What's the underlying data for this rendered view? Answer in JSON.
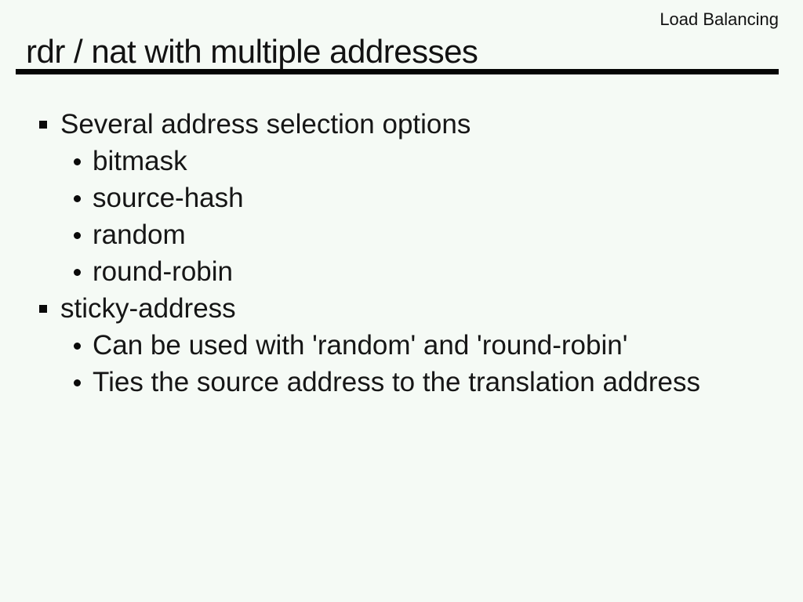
{
  "page": {
    "kind": "presentation-slide",
    "background_color": "#f5faf5",
    "text_color": "#161616",
    "rule_color": "#050505"
  },
  "header": {
    "corner_label": "Load Balancing",
    "title": "rdr / nat with multiple addresses"
  },
  "bullets": [
    {
      "level": 1,
      "bullet_style": "square",
      "text": "Several address selection options"
    },
    {
      "level": 2,
      "bullet_style": "dot",
      "text": "bitmask"
    },
    {
      "level": 2,
      "bullet_style": "dot",
      "text": "source-hash"
    },
    {
      "level": 2,
      "bullet_style": "dot",
      "text": "random"
    },
    {
      "level": 2,
      "bullet_style": "dot",
      "text": "round-robin"
    },
    {
      "level": 1,
      "bullet_style": "square",
      "text": "sticky-address"
    },
    {
      "level": 2,
      "bullet_style": "dot",
      "text": "Can be used with 'random' and 'round-robin'"
    },
    {
      "level": 2,
      "bullet_style": "dot",
      "text": "Ties the source address to the translation address"
    }
  ]
}
